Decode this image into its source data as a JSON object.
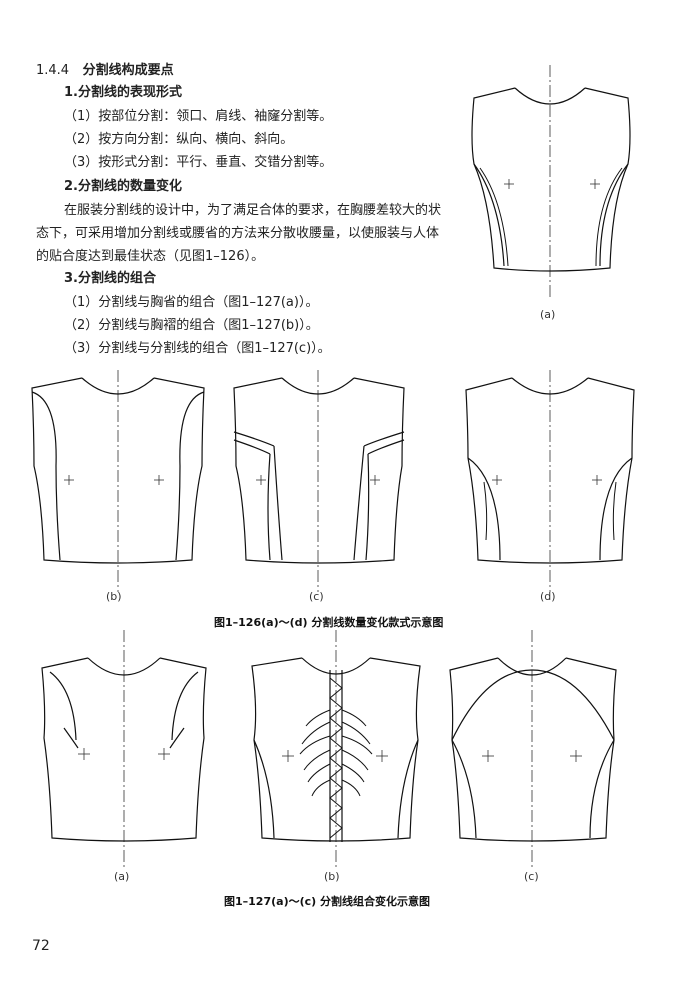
{
  "section": {
    "number": "1.4.4",
    "title": "分割线构成要点"
  },
  "sub1": {
    "heading": "1.分割线的表现形式",
    "items": [
      "（1）按部位分割：领口、肩线、袖窿分割等。",
      "（2）按方向分割：纵向、横向、斜向。",
      "（3）按形式分割：平行、垂直、交错分割等。"
    ]
  },
  "sub2": {
    "heading": "2.分割线的数量变化",
    "paragraph": "在服装分割线的设计中，为了满足合体的要求，在胸腰差较大的状态下，可采用增加分割线或腰省的方法来分散收腰量，以使服装与人体的贴合度达到最佳状态（见图1–126）。"
  },
  "sub3": {
    "heading": "3.分割线的组合",
    "items": [
      "（1）分割线与胸省的组合（图1–127(a)）。",
      "（2）分割线与胸褶的组合（图1–127(b)）。",
      "（3）分割线与分割线的组合（图1–127(c)）。"
    ]
  },
  "figure126": {
    "caption": "图1–126(a)～(d)  分割线数量变化款式示意图",
    "labels": [
      "(a)",
      "(b)",
      "(c)",
      "(d)"
    ]
  },
  "figure127": {
    "caption": "图1–127(a)～(c)  分割线组合变化示意图",
    "labels": [
      "(a)",
      "(b)",
      "(c)"
    ]
  },
  "page_number": "72"
}
